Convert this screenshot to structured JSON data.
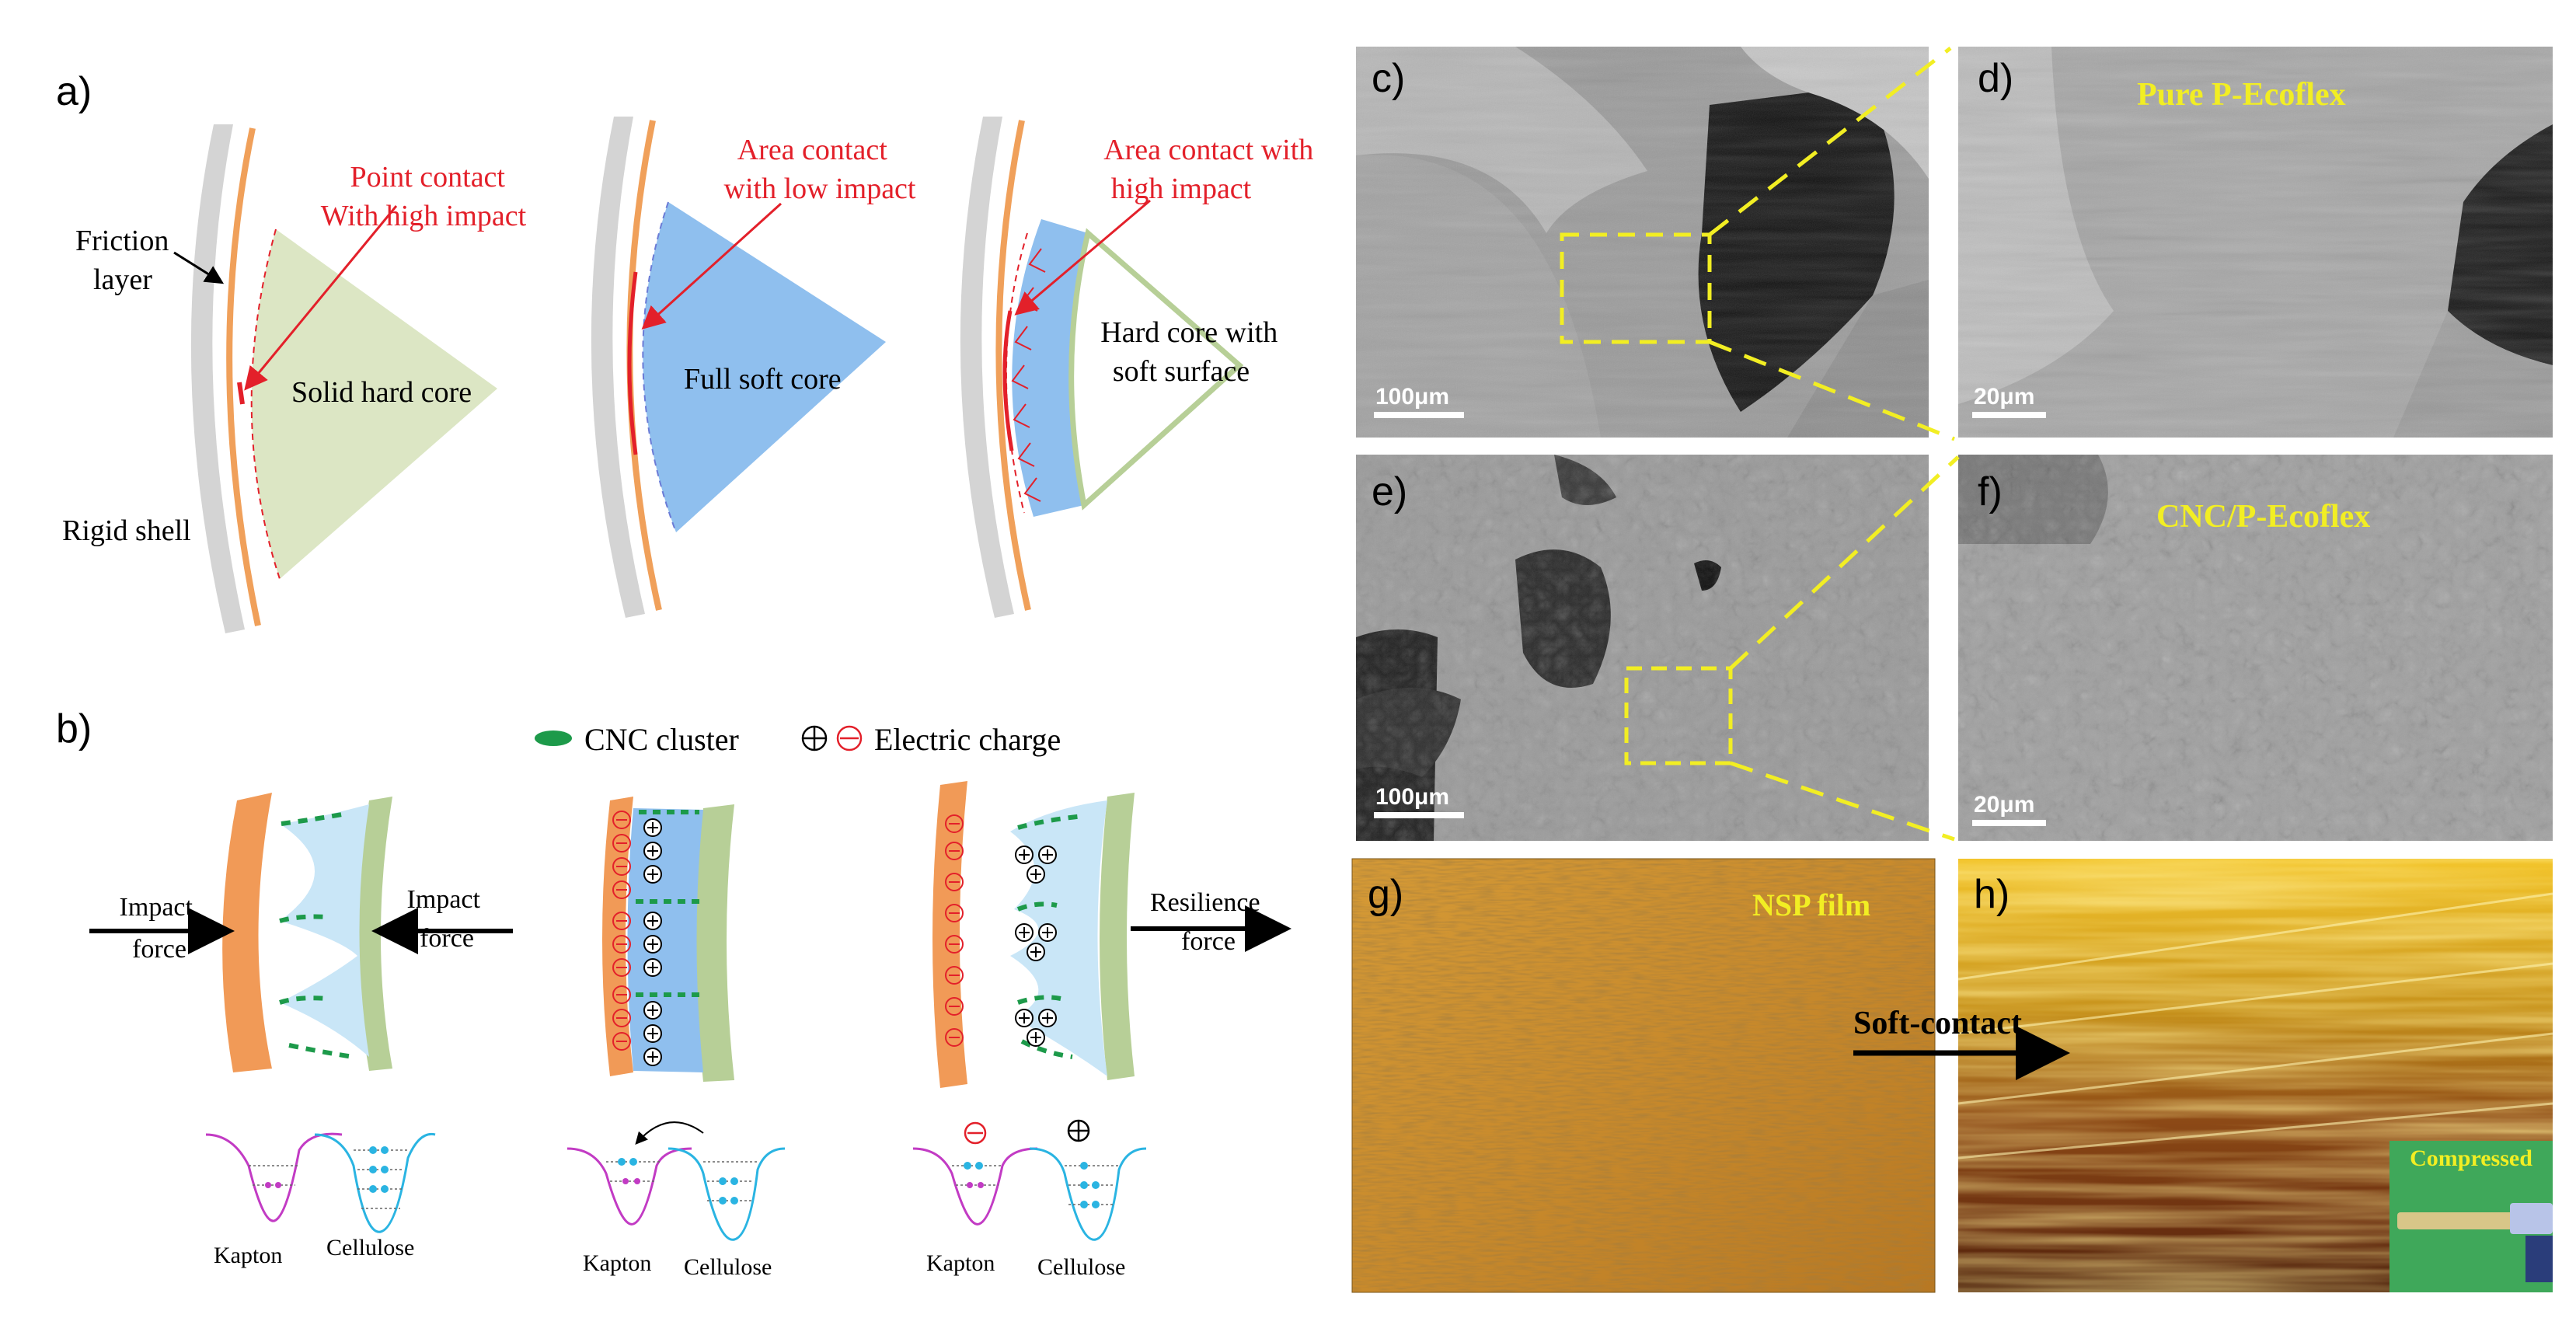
{
  "panels": {
    "a": "a)",
    "b": "b)",
    "c": "c)",
    "d": "d)",
    "e": "e)",
    "f": "f)",
    "g": "g)",
    "h": "h)"
  },
  "panel_a": {
    "friction_layer": [
      "Friction",
      "layer"
    ],
    "rigid_shell": "Rigid shell",
    "left_annotation": [
      "Point contact",
      "With high impact"
    ],
    "left_core": "Solid hard core",
    "mid_annotation": [
      "Area contact",
      "with low impact"
    ],
    "mid_core": "Full soft core",
    "right_annotation": [
      "Area contact with",
      "high impact"
    ],
    "right_core": [
      "Hard core with",
      "soft surface"
    ]
  },
  "panel_b": {
    "legend_cnc": "CNC cluster",
    "legend_charge": "Electric charge",
    "impact_left": [
      "Impact",
      "force"
    ],
    "impact_right": [
      "Impact",
      "force"
    ],
    "resilience": [
      "Resilience",
      "force"
    ],
    "kapton": "Kapton",
    "cellulose": "Cellulose"
  },
  "micrographs": {
    "d_label": "Pure P-Ecoflex",
    "f_label": "CNC/P-Ecoflex",
    "g_label": "NSP film",
    "h_arrow_label": "Soft-contact",
    "compressed": "Compressed",
    "scale_100": "100μm",
    "scale_20": "20μm"
  },
  "colors": {
    "shell": "#d4d4d4",
    "friction": "#f0a05a",
    "contact_red": "#e3202a",
    "hard_core": "#dce6c4",
    "soft_core": "#8fbfee",
    "kapton_orange": "#f19a57",
    "cellulose_green": "#b7cf97",
    "cellulose_fill": "#c9e6f7",
    "kapton_curve": "#c23bc4",
    "cellulose_curve": "#2ab4e2",
    "cnc_green": "#1d9a4a",
    "sem_label_yellow": "#f2ee23",
    "optical_bg": "#c48a2a"
  }
}
